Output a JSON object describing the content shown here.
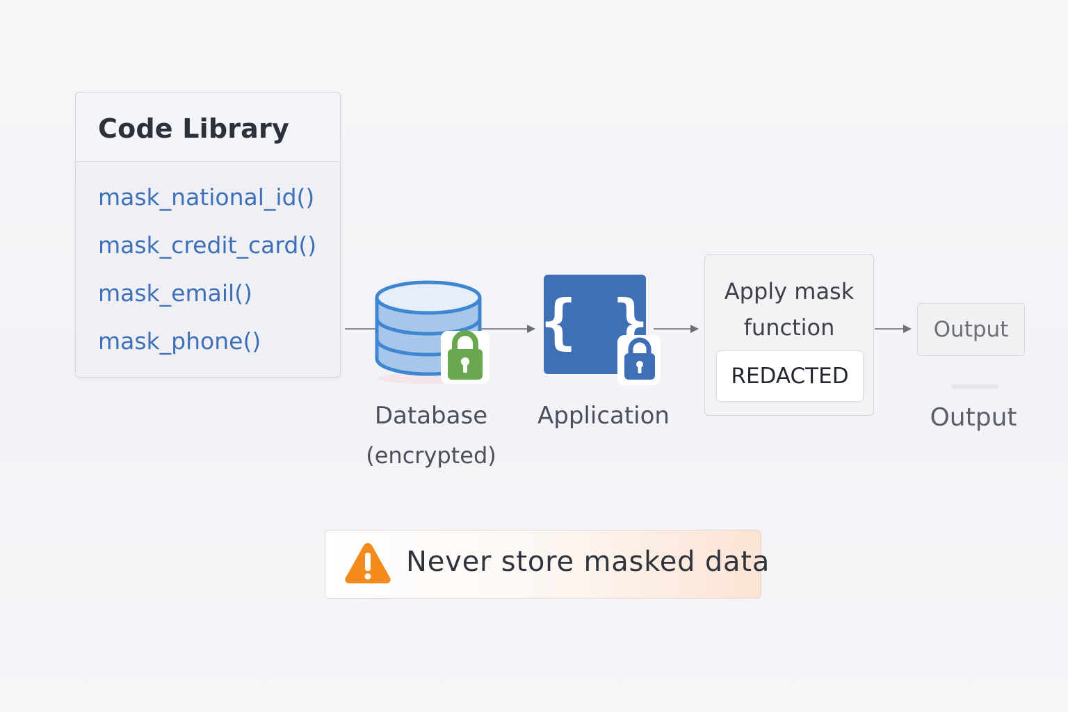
{
  "library": {
    "title": "Code Library",
    "functions": [
      "mask_national_id()",
      "mask_credit_card()",
      "mask_email()",
      "mask_phone()"
    ]
  },
  "nodes": {
    "database": {
      "label": "Database",
      "sublabel": "(encrypted)",
      "icon": "database-icon",
      "badge_icon": "lock-icon",
      "badge_color": "#6aa84f"
    },
    "application": {
      "label": "Application",
      "symbol": "{ }",
      "icon": "code-braces-icon",
      "badge_icon": "lock-icon",
      "badge_color": "#3f6fb5"
    },
    "mask": {
      "title": "Apply mask function",
      "result": "REDACTED"
    },
    "output": {
      "box_label": "Output",
      "label": "Output"
    }
  },
  "warning": {
    "text": "Never store masked data",
    "icon": "warning-triangle-icon",
    "icon_color": "#f28a1c"
  },
  "colors": {
    "accent_blue": "#3f6fb5",
    "db_fill": "#a7c6ea",
    "db_stroke": "#3f86d1"
  }
}
